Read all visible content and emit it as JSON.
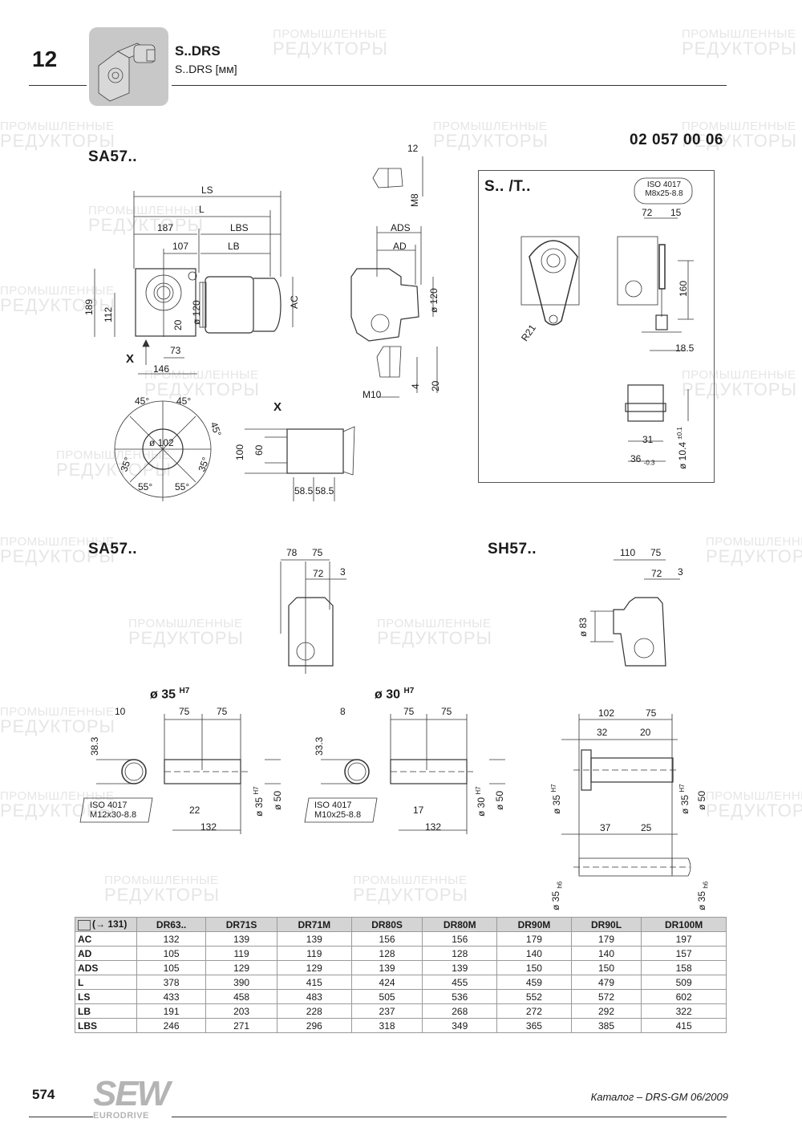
{
  "header": {
    "chapter": "12",
    "title": "S..DRS",
    "subtitle": "S..DRS [мм]"
  },
  "drawing_code": "02 057 00 06",
  "watermark": {
    "line1": "ПРОМЫШЛЕННЫЕ",
    "line2": "РЕДУКТОРЫ"
  },
  "section_sa57_top": {
    "label": "SA57..",
    "dims": {
      "LS": "LS",
      "L": "L",
      "d187": "187",
      "LBS": "LBS",
      "d107": "107",
      "LB": "LB",
      "d189": "189",
      "d112": "112",
      "d20": "20",
      "d120": "ø 120",
      "AC": "AC",
      "d73": "73",
      "d146": "146",
      "X": "X"
    },
    "side": {
      "d12": "12",
      "M8": "M8",
      "ADS": "ADS",
      "AD": "AD",
      "d120": "ø 120",
      "M10": "M10",
      "d4": "4",
      "d20": "20"
    },
    "flange": {
      "a45_1": "45°",
      "a45_2": "45°",
      "a45_3": "45°",
      "a35_1": "35°",
      "a35_2": "35°",
      "a55_1": "55°",
      "a55_2": "55°",
      "d102": "ø 102"
    },
    "view_x": {
      "label": "X",
      "d100": "100",
      "d60": "60",
      "d585a": "58.5",
      "d585b": "58.5"
    }
  },
  "section_torque_arm": {
    "label": "S.. /T..",
    "iso_line1": "ISO 4017",
    "iso_line2": "M8x25-8.8",
    "d72": "72",
    "d15": "15",
    "d160": "160",
    "R21": "R21",
    "d185": "18.5",
    "d31": "31",
    "d36": "36",
    "d36_tol": "-0.3",
    "d104": "ø 10.4",
    "d104_tol": "±0.1"
  },
  "section_sa57_bottom": {
    "label": "SA57..",
    "d78": "78",
    "d75": "75",
    "d72": "72",
    "d3": "3"
  },
  "section_sh57": {
    "label": "SH57..",
    "d110": "110",
    "d75": "75",
    "d72": "72",
    "d3": "3",
    "d83": "ø 83"
  },
  "shaft_35": {
    "title": "ø 35",
    "fit": "H7",
    "d10": "10",
    "d75a": "75",
    "d75b": "75",
    "d383": "38.3",
    "iso_line1": "ISO 4017",
    "iso_line2": "M12x30-8.8",
    "d22": "22",
    "d132": "132",
    "d35": "ø 35",
    "d35_fit": "H7",
    "d50": "ø 50"
  },
  "shaft_30": {
    "title": "ø 30",
    "fit": "H7",
    "d8": "8",
    "d75a": "75",
    "d75b": "75",
    "d333": "33.3",
    "iso_line1": "ISO 4017",
    "iso_line2": "M10x25-8.8",
    "d17": "17",
    "d132": "132",
    "d30": "ø 30",
    "d30_fit": "H7",
    "d50": "ø 50"
  },
  "shaft_sh": {
    "d102": "102",
    "d75": "75",
    "d32": "32",
    "d20": "20",
    "d35a": "ø 35",
    "d35a_fit": "H7",
    "d35b": "ø 35",
    "d35b_fit": "H7",
    "d50": "ø 50",
    "d37": "37",
    "d25": "25",
    "d35c": "ø 35",
    "d35c_fit": "h6",
    "d35d": "ø 35",
    "d35d_fit": "h6"
  },
  "table": {
    "ref": "(→ 131)",
    "columns": [
      "DR63..",
      "DR71S",
      "DR71M",
      "DR80S",
      "DR80M",
      "DR90M",
      "DR90L",
      "DR100M"
    ],
    "rows": [
      {
        "label": "AC",
        "values": [
          "132",
          "139",
          "139",
          "156",
          "156",
          "179",
          "179",
          "197"
        ]
      },
      {
        "label": "AD",
        "values": [
          "105",
          "119",
          "119",
          "128",
          "128",
          "140",
          "140",
          "157"
        ]
      },
      {
        "label": "ADS",
        "values": [
          "105",
          "129",
          "129",
          "139",
          "139",
          "150",
          "150",
          "158"
        ]
      },
      {
        "label": "L",
        "values": [
          "378",
          "390",
          "415",
          "424",
          "455",
          "459",
          "479",
          "509"
        ]
      },
      {
        "label": "LS",
        "values": [
          "433",
          "458",
          "483",
          "505",
          "536",
          "552",
          "572",
          "602"
        ]
      },
      {
        "label": "LB",
        "values": [
          "191",
          "203",
          "228",
          "237",
          "268",
          "272",
          "292",
          "322"
        ]
      },
      {
        "label": "LBS",
        "values": [
          "246",
          "271",
          "296",
          "318",
          "349",
          "365",
          "385",
          "415"
        ]
      }
    ]
  },
  "footer": {
    "page": "574",
    "logo_main": "SEW",
    "logo_sub": "EURODRIVE",
    "catalog": "Каталог – DRS-GM 06/2009"
  }
}
